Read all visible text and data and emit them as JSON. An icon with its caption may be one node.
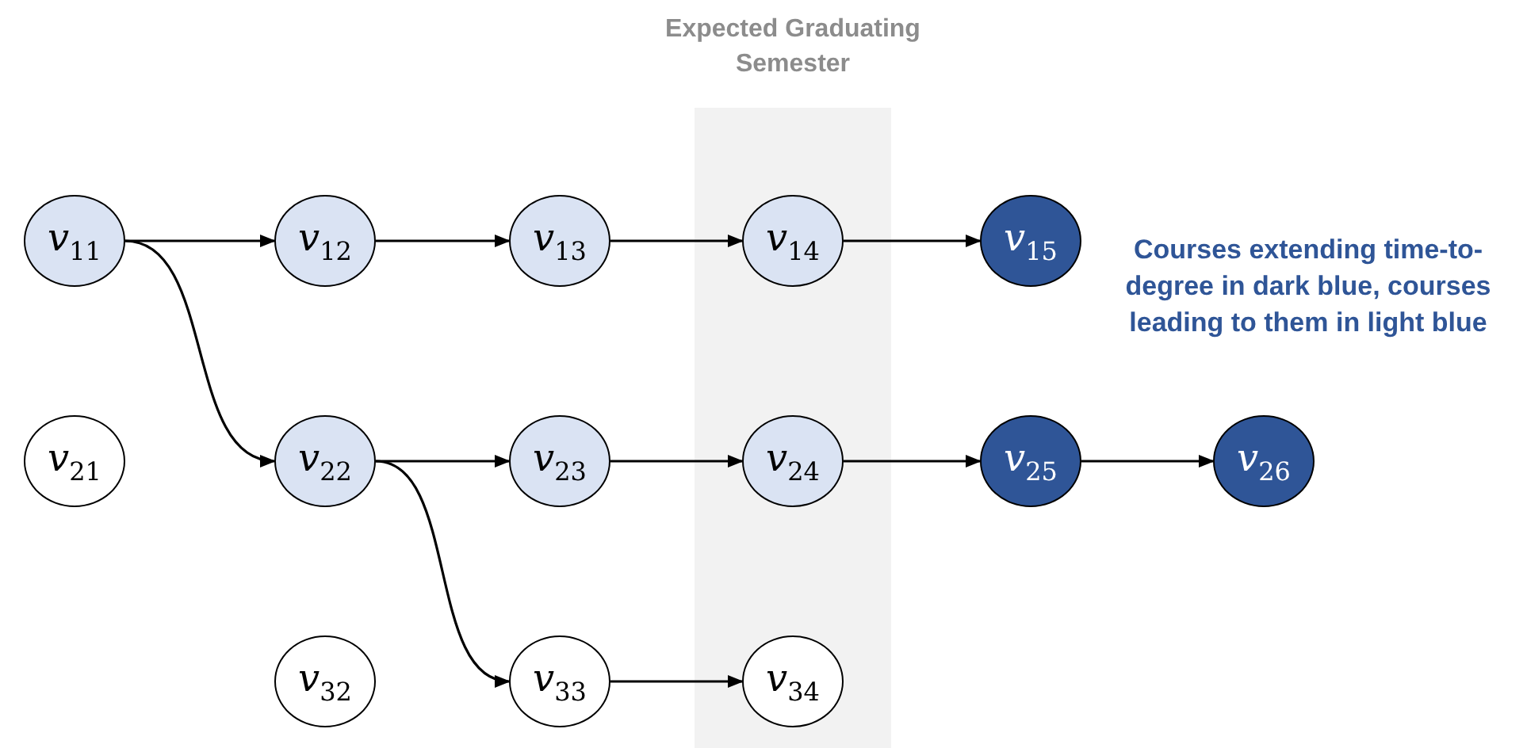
{
  "diagram": {
    "nodes": [
      {
        "text": [
          "Expected Graduating Semester"
        ]
      },
      {
        "text": [
          "*v*$_{11}$"
        ]
      },
      {
        "text": [
          "*v*$_{12}$"
        ]
      },
      {
        "text": [
          "*v*$_{13}$"
        ]
      },
      {
        "text": [
          "*v*$_{14}$"
        ],
        "in": 0
      },
      {
        "text": [
          "*v*$_{15}$"
        ]
      },
      {
        "text": [
          "*v*$_{21}$"
        ]
      },
      {
        "text": [
          "*v*$_{22}$"
        ]
      },
      {
        "text": [
          "*v*$_{23}$"
        ]
      },
      {
        "text": [
          "*v*$_{24}$"
        ],
        "in": 0
      },
      {
        "text": [
          "*v*$_{25}$"
        ]
      },
      {
        "text": [
          "*v*$_{26}$"
        ]
      },
      {
        "text": [
          "*v*$_{32}$"
        ]
      },
      {
        "text": [
          "*v*$_{33}$"
        ]
      },
      {
        "text": [
          "*v*$_{34}$"
        ],
        "in": 0
      }
    ],
    "edges": [
      {
        "from": 1,
        "to": 2,
        "arrow": "to"
      },
      {
        "from": 2,
        "to": 3,
        "arrow": "to"
      },
      {
        "from": 3,
        "to": 4,
        "arrow": "to"
      },
      {
        "from": 4,
        "to": 5,
        "arrow": "to"
      },
      {
        "from": 1,
        "to": 7,
        "arrow": "to"
      },
      {
        "from": 7,
        "to": 8,
        "arrow": "to"
      },
      {
        "from": 8,
        "to": 9,
        "arrow": "to"
      },
      {
        "from": 9,
        "to": 10,
        "arrow": "to"
      },
      {
        "from": 10,
        "to": 11,
        "arrow": "to"
      },
      {
        "from": 7,
        "to": 13,
        "arrow": "to"
      },
      {
        "from": 13,
        "to": 14,
        "arrow": "to"
      }
    ],
    "labels": [
      "Courses extending time-to-degree in dark blue, courses leading to them in light blue"
    ]
  }
}
